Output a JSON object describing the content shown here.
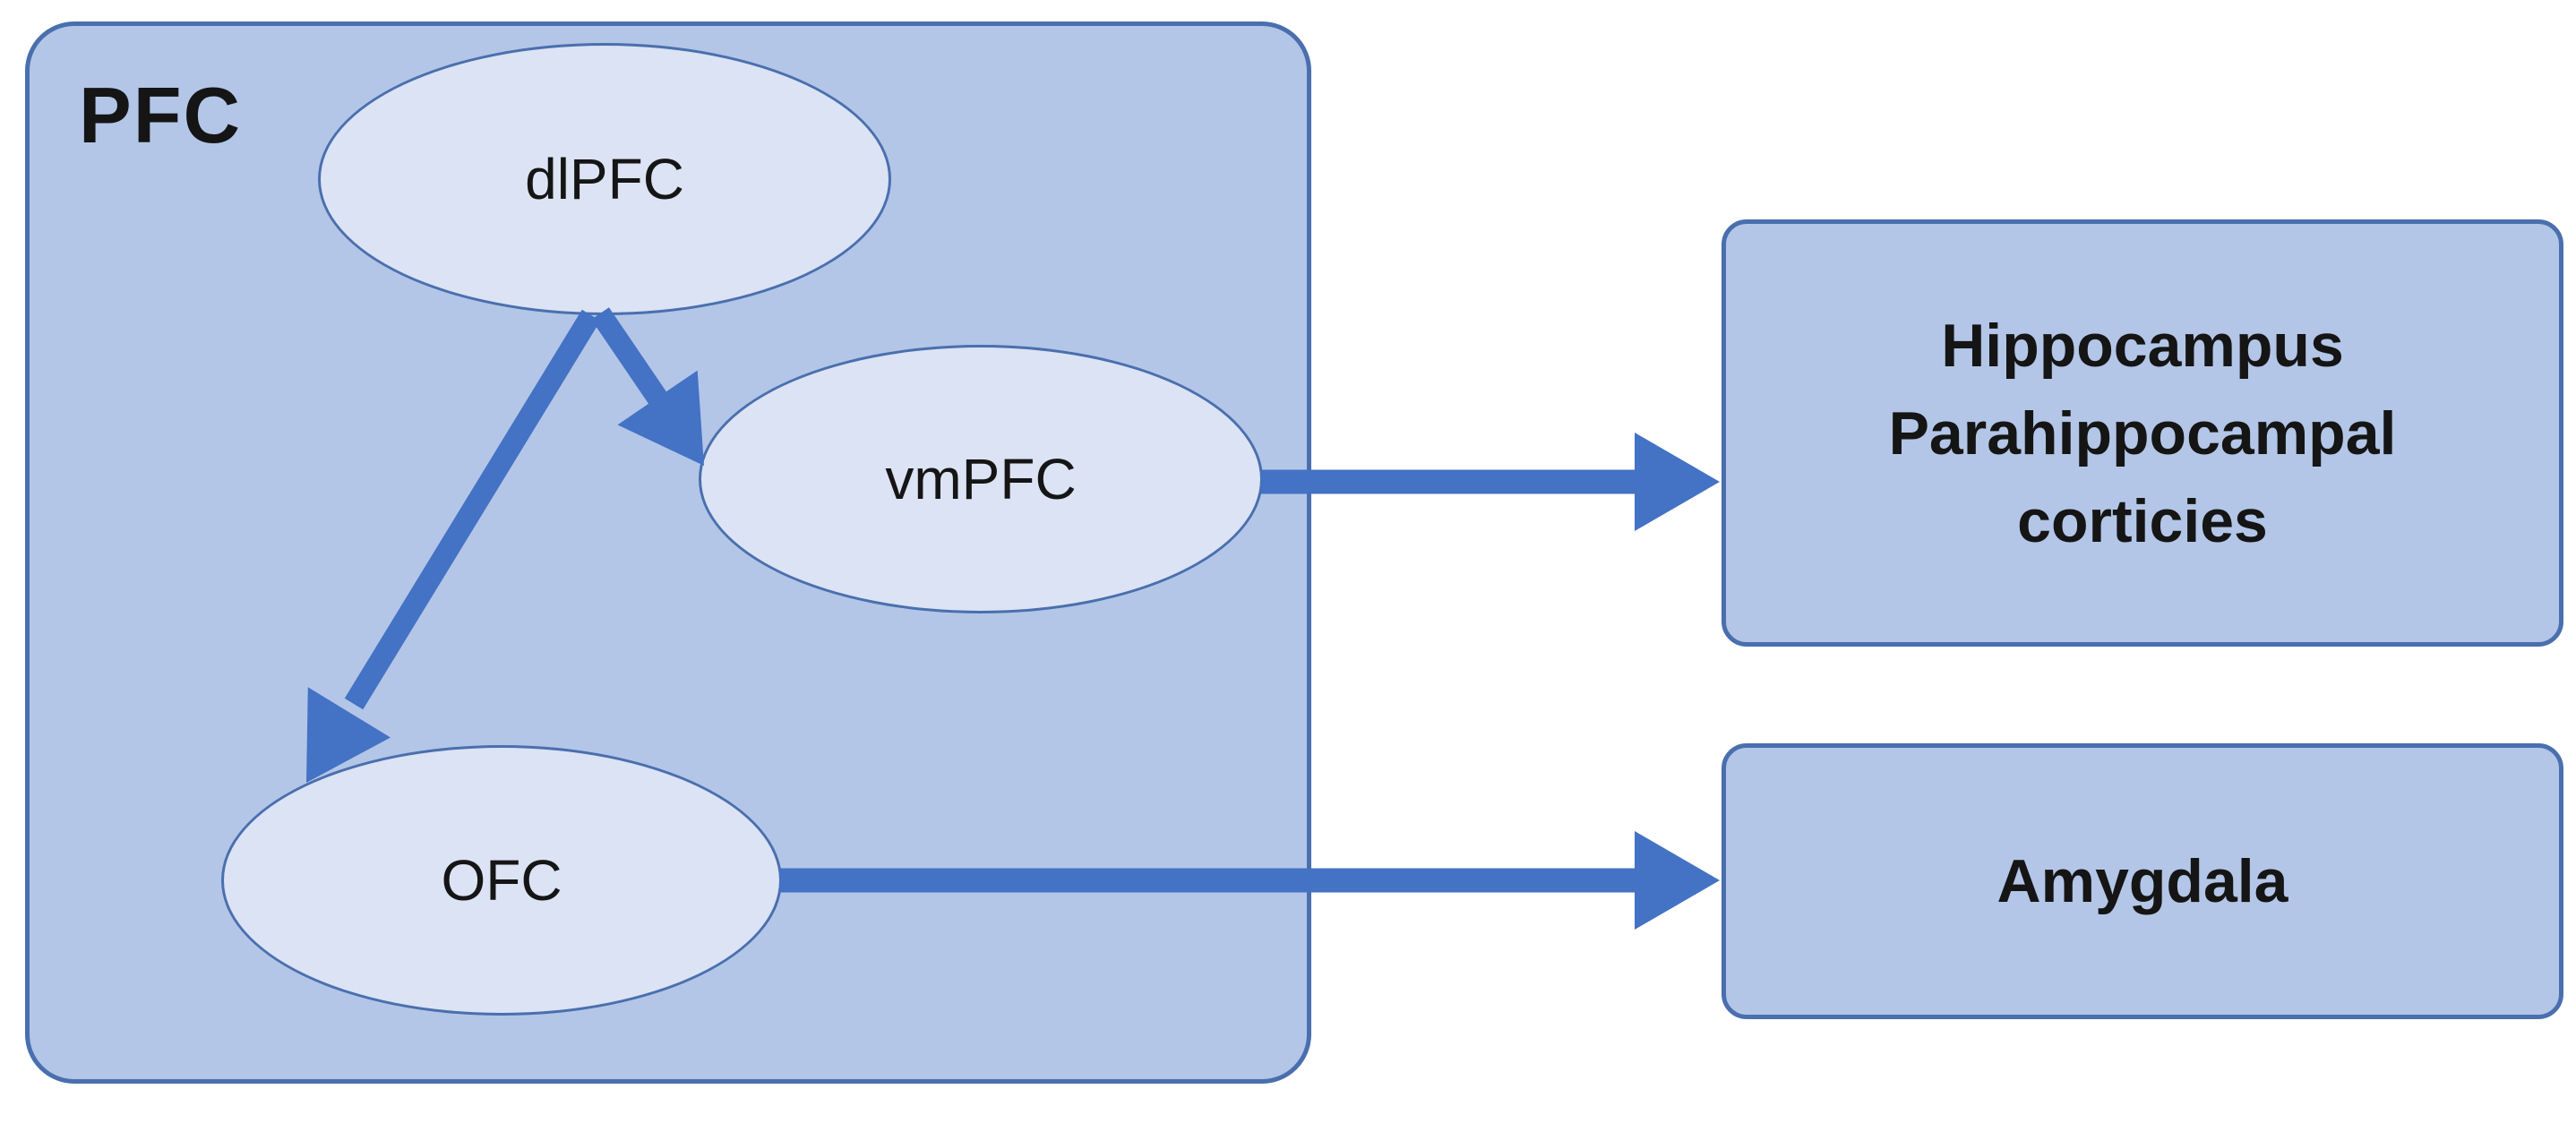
{
  "colors": {
    "bg": "#ffffff",
    "container-fill": "#b3c6e7",
    "ellipse-fill": "#dbe3f4",
    "shape-border": "#4a6fae",
    "arrow": "#4472c4",
    "text": "#151515"
  },
  "pfc": {
    "label": "PFC"
  },
  "nodes": {
    "dlpfc": {
      "label": "dlPFC"
    },
    "vmpfc": {
      "label": "vmPFC"
    },
    "ofc": {
      "label": "OFC"
    }
  },
  "targets": {
    "hippocampus": {
      "lines": [
        "Hippocampus",
        "Parahippocampal",
        "corticies"
      ]
    },
    "amygdala": {
      "label": "Amygdala"
    }
  },
  "connections": [
    {
      "from": "dlPFC",
      "to": "OFC",
      "style": "thick-blue-arrow",
      "direction": "one-way"
    },
    {
      "from": "dlPFC",
      "to": "vmPFC",
      "style": "thick-blue-arrow",
      "direction": "one-way"
    },
    {
      "from": "vmPFC",
      "to": "Hippocampus Parahippocampal corticies",
      "style": "thick-blue-arrow",
      "direction": "one-way"
    },
    {
      "from": "OFC",
      "to": "Amygdala",
      "style": "thick-blue-arrow",
      "direction": "one-way"
    }
  ]
}
